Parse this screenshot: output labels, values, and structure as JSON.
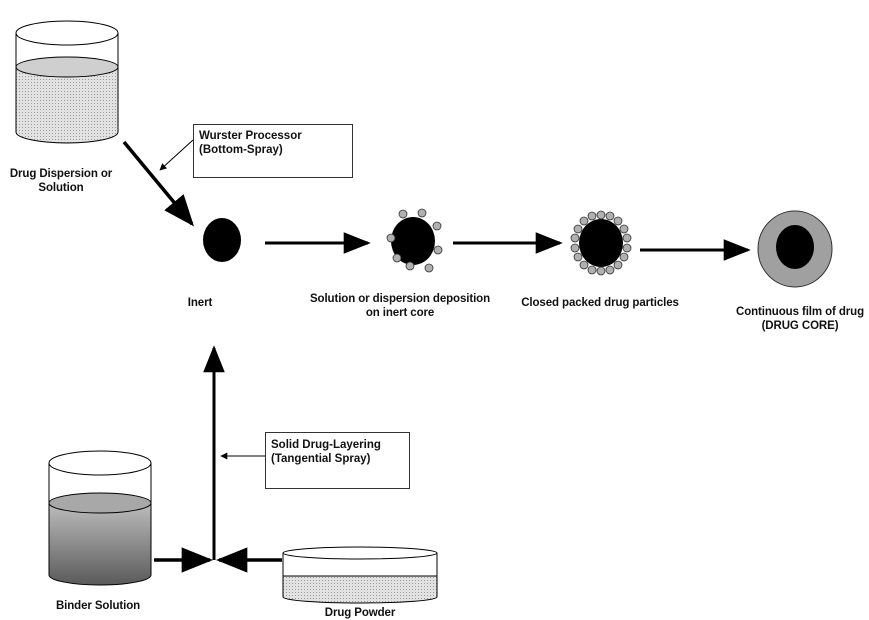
{
  "labels": {
    "drug_dispersion": "Drug Dispersion or Solution",
    "wurster": "Wurster Processor (Bottom-Spray)",
    "inert": "Inert",
    "deposition": "Solution or dispersion deposition on inert core",
    "closed_packed": "Closed packed drug particles",
    "continuous_film": "Continuous film of drug (DRUG CORE)",
    "solid_layering": "Solid Drug-Layering (Tangential Spray)",
    "binder": "Binder Solution",
    "drug_powder": "Drug Powder"
  },
  "colors": {
    "core": "#000000",
    "particle": "#b0b0b0",
    "film_ring": "#a0a0a0",
    "liquid_light": "#d9d9d9",
    "liquid_dark": "#6e6e6e"
  }
}
